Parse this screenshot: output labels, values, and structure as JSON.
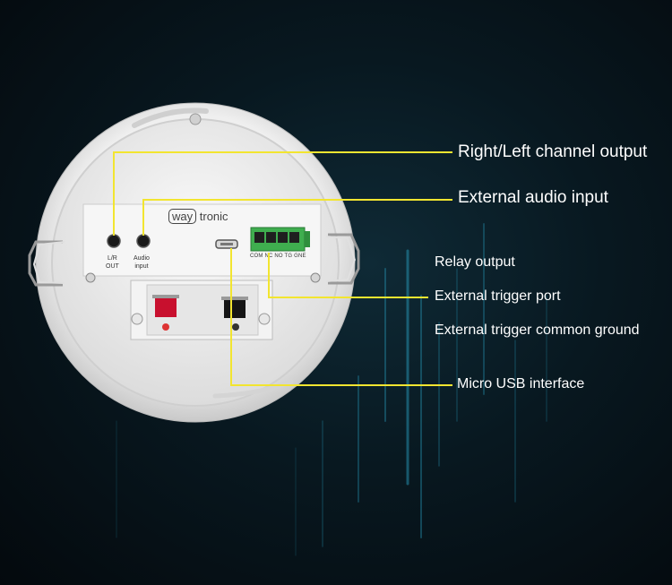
{
  "brand": {
    "logo_text_a": "way",
    "logo_text_b": "tronic"
  },
  "ports": {
    "lr_out": "L/R\nOUT",
    "audio_input": "Audio\ninput",
    "relay_terminal": "COM NC NO TG GNE"
  },
  "callouts": [
    {
      "id": "right-left-output",
      "text": "Right/Left channel output"
    },
    {
      "id": "external-audio-input",
      "text": "External audio input"
    },
    {
      "id": "relay-output",
      "text": "Relay output"
    },
    {
      "id": "external-trigger-port",
      "text": "External trigger port"
    },
    {
      "id": "trigger-common-ground",
      "text": "External trigger common ground"
    },
    {
      "id": "micro-usb",
      "text": "Micro USB interface"
    }
  ],
  "colors": {
    "callout_line": "#f2e530",
    "terminal_green": "#3fae4f",
    "speaker_white": "#f4f4f4",
    "red_terminal": "#c8102e"
  }
}
